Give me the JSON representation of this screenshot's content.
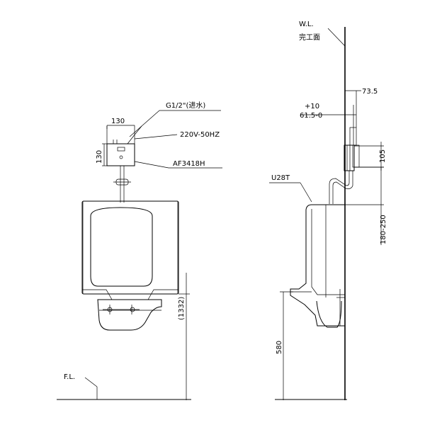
{
  "labels": {
    "wl": "W.L.",
    "finish": "完工面",
    "fl": "F.L.",
    "inlet": "G1/2\"(进水)",
    "power": "220V-50HZ",
    "model": "AF3418H",
    "urinal": "U28T",
    "dim_130_top": "130",
    "dim_130_side": "130",
    "dim_1332": "(1332)",
    "dim_73_5": "73.5",
    "dim_plus10": "+10",
    "dim_61_5": "61.5-0",
    "dim_105": "105",
    "dim_180_250": "180-250",
    "dim_580": "580"
  }
}
